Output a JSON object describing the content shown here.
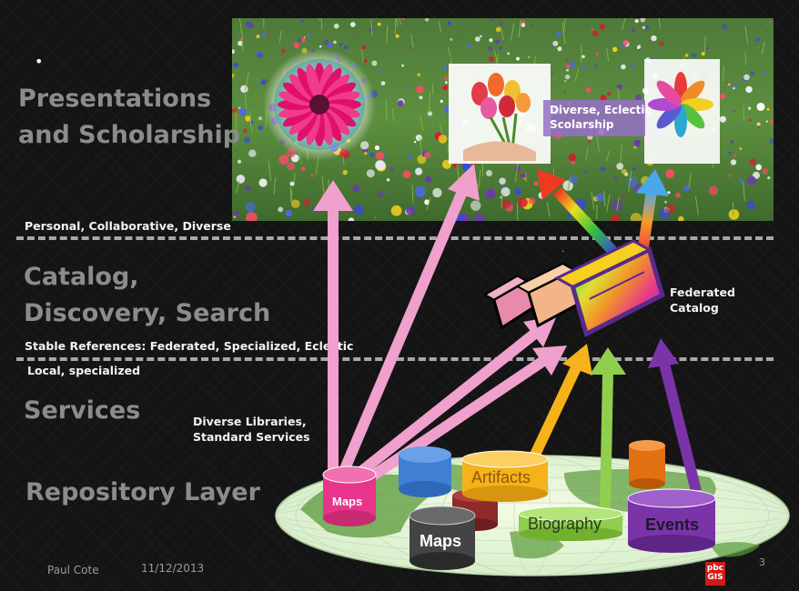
{
  "layers": {
    "presentations": "Presentations\nand Scholarship",
    "catalog": "Catalog,\nDiscovery, Search",
    "services": "Services",
    "repository": "Repository Layer"
  },
  "notes": {
    "bullet": "•",
    "personal": "Personal, Collaborative, Diverse",
    "stable": "Stable References: Federated, Specialized, Eclectic",
    "local": "Local, specialized",
    "diverse_libraries": "Diverse Libraries,\nStandard Services",
    "federated_catalog": "Federated\nCatalog",
    "eclectic_scholarship": "Diverse, Eclectic\nScolarship"
  },
  "repositories": {
    "maps_pink": "Maps",
    "maps_gray": "Maps",
    "artifacts": "Artifacts",
    "biography": "Biography",
    "events": "Events"
  },
  "footer": {
    "author": "Paul Cote",
    "date": "11/12/2013",
    "page": "3",
    "logo": "pbc\nGIS"
  },
  "colors": {
    "pink": "#e8348a",
    "arrow_pink": "#f09ac8",
    "yellow": "#f5b21a",
    "green": "#8fcf4d",
    "purple": "#7a34a8",
    "blue": "#3f7fd4",
    "darkred": "#8e2a2a",
    "gray": "#444444",
    "orange": "#e07010"
  }
}
